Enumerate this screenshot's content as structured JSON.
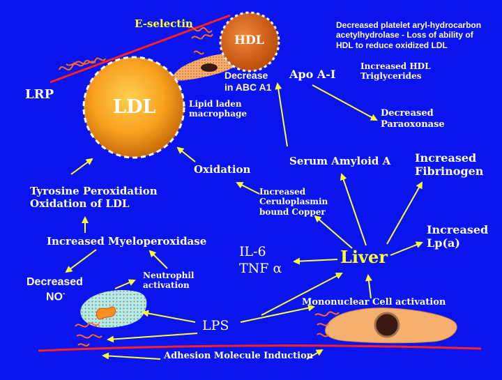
{
  "labels": {
    "e_selectin": "E-selectin",
    "hdl": "HDL",
    "ldl": "LDL",
    "lrp": "LRP",
    "platelet_note": "Decreased platelet aryl-hydrocarbon\nacetylhydrolase - Loss of ability of\nHDL to reduce oxidized LDL",
    "abca1": "Decrease\nin ABC A1",
    "apo_ai": "Apo A-I",
    "hdl_tg": "Increased HDL\nTriglycerides",
    "lipid_macrophage": "Lipid laden\nmacrophage",
    "paraoxonase": "Decreased\nParaoxonase",
    "oxidation": "Oxidation",
    "saa": "Serum Amyloid A",
    "fibrinogen": "Increased\nFibrinogen",
    "tyrosine": "Tyrosine Peroxidation\nOxidation of LDL",
    "ceruloplasmin": "Increased\nCeruloplasmin\nbound Copper",
    "mpo": "Increased Myeloperoxidase",
    "il6": "IL-6",
    "tnf": "TNF α",
    "liver": "Liver",
    "lpa": "Increased\nLp(a)",
    "no_decreased": "Decreased",
    "no": "NO",
    "no_sup": "-",
    "neutrophil": "Neutrophil\nactivation",
    "mononuclear": "Mononuclear Cell activation",
    "lps": "LPS",
    "adhesion": "Adhesion Molecule Induction"
  },
  "colors": {
    "background": "#0a14ee",
    "text_white": "#ffffff",
    "text_yellow": "#ffff33",
    "arrow": "#ffff33",
    "vessel_line": "#ff2020",
    "hdl_fill": "#e06418",
    "ldl_fill_center": "#ffb020",
    "ldl_fill_edge": "#e07a10",
    "cell_fill": "#f5b070",
    "neutrophil_fill": "#a8f0f0",
    "nucleus": "#3a1a10"
  }
}
